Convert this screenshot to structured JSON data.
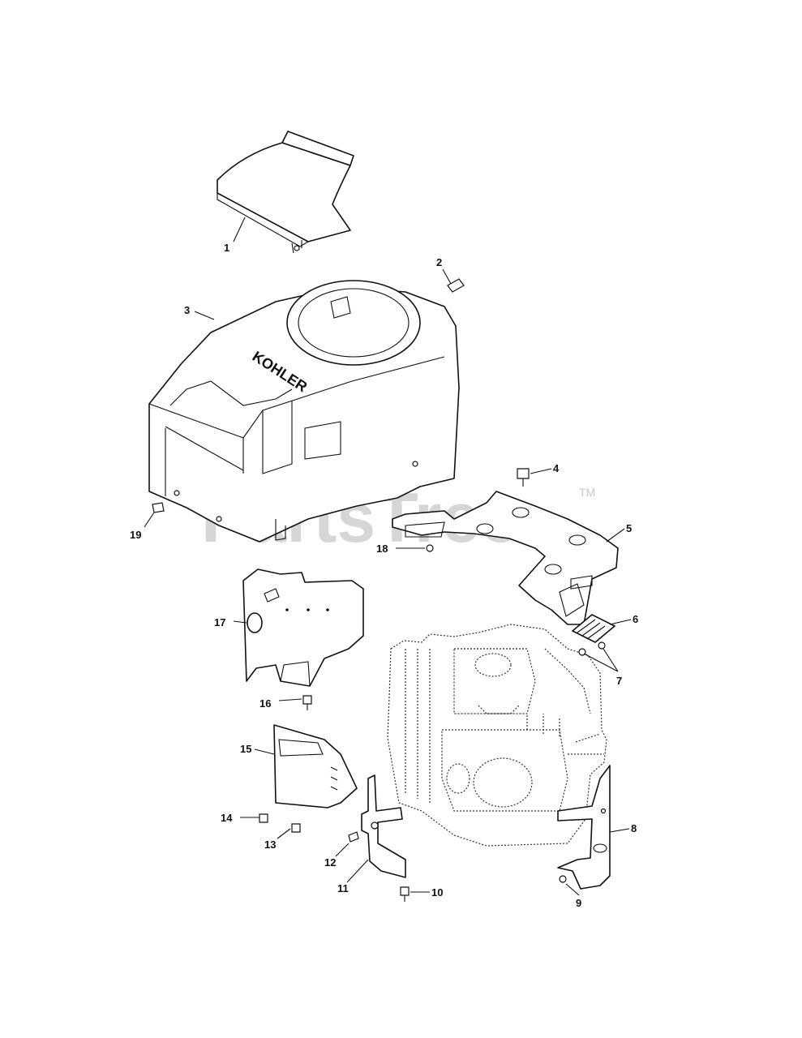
{
  "watermark": {
    "text": "PartsTree",
    "tm": "TM"
  },
  "brand_mark": "KOHLER",
  "callouts": [
    "1",
    "2",
    "3",
    "4",
    "5",
    "6",
    "7",
    "8",
    "9",
    "10",
    "11",
    "12",
    "13",
    "14",
    "15",
    "16",
    "17",
    "18",
    "19"
  ]
}
